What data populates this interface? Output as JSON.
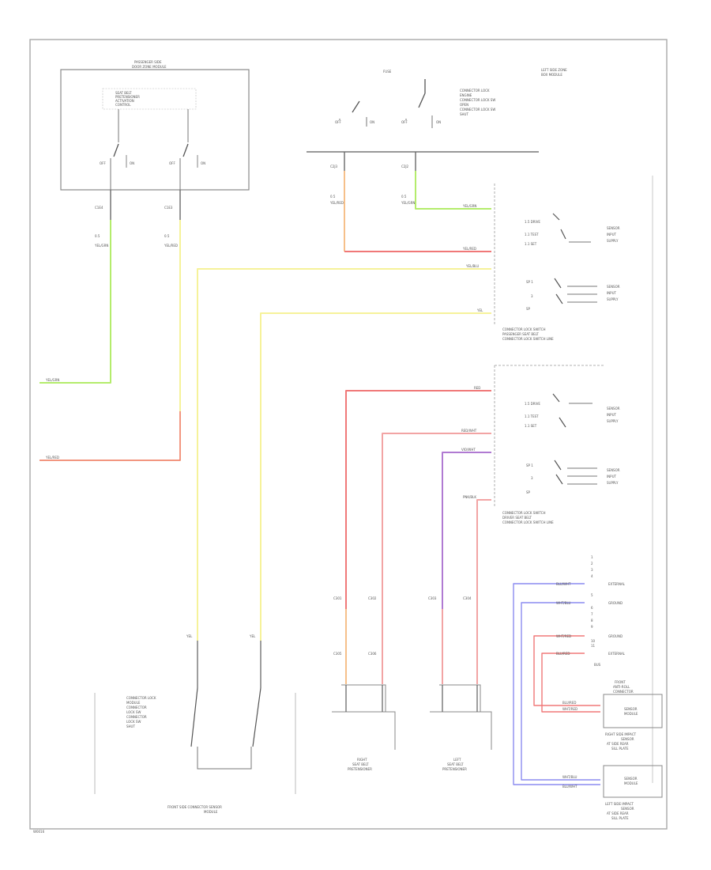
{
  "diagram": {
    "page_code": "W0016",
    "boxes": {
      "passenger_box": {
        "title": [
          "PASSENGER SIDE",
          "DOOR ZONE MODULE"
        ],
        "inner": [
          "SEAT BELT",
          "PRETENSIONER",
          "ACTIVATION",
          "CONTROL"
        ],
        "sw1": [
          "OFF",
          "ON"
        ],
        "sw2": [
          "OFF",
          "ON"
        ],
        "pin_a": "C1E4",
        "pin_b": "C1E3"
      },
      "fuse": {
        "label": "FUSE",
        "notes": [
          "CONNECTOR LOCK",
          "ENGINE",
          "CONNECTOR LOCK SW",
          "OPEN",
          "CONNECTOR LOCK SW",
          "SHUT"
        ],
        "sw1": [
          "OFF",
          "ON"
        ],
        "sw2": [
          "OFF",
          "ON"
        ],
        "pin_a": "C2J3",
        "pin_b": "C2J2",
        "header": [
          "LEFT SIDE ZONE",
          "BOX MODULE"
        ]
      },
      "upper_sensor_caption": [
        "CONNECTOR LOCK SWITCH",
        "PASSENGER SEAT BELT",
        "CONNECTOR LOCK SWITCH LINE"
      ],
      "lower_sensor_caption": [
        "CONNECTOR LOCK SWITCH",
        "DRIVER SEAT BELT",
        "CONNECTOR LOCK SWITCH LINE"
      ],
      "upper_sensor": {
        "top_labels": [
          "1.5 DRIVE",
          "1.1 TEST",
          "1.1 SET"
        ],
        "out_labels": [
          "SENSOR",
          "INPUT",
          "SUPPLY"
        ],
        "low_labels": [
          "SP 1",
          "3",
          "SP"
        ]
      },
      "lower_sensor": {
        "top_labels": [
          "1.5 DRIVE",
          "1.1 TEST",
          "1.1 SET"
        ],
        "out_labels": [
          "SENSOR",
          "INPUT",
          "SUPPLY"
        ],
        "low_labels": [
          "SP 1",
          "3",
          "SP"
        ]
      },
      "front_sensor_left": [
        "CONNECTOR LOCK",
        "MODULE",
        "CONNECTOR",
        "LOCK SW",
        "CONNECTOR",
        "LOCK SW",
        "SHUT"
      ],
      "front_sensor_caption": [
        "FRONT SIDE CONNECTOR SENSOR",
        "MODULE"
      ],
      "pretensioner_right": [
        "RIGHT",
        "SEAT BELT",
        "PRETENSIONER"
      ],
      "pretensioner_left": [
        "LEFT",
        "SEAT BELT",
        "PRETENSIONER"
      ],
      "airbag_pins": [
        "1",
        "2",
        "3",
        "4",
        "5",
        "6",
        "7",
        "8",
        "9",
        "10",
        "11"
      ],
      "airbag_labels": [
        "EXTERNAL",
        "GROUND",
        "GROUND",
        "EXTERNAL",
        "BUS"
      ],
      "impact_sensor_top": {
        "header": [
          "FRONT",
          "ANTI-ROLL",
          "CONNECTOR"
        ],
        "box": [
          "SENSOR",
          "MODULE"
        ],
        "caption": [
          "RIGHT SIDE IMPACT",
          "SENSOR",
          "AT SIDE REAR",
          "SILL PLATE"
        ]
      },
      "impact_sensor_bottom": {
        "box": [
          "SENSOR",
          "MODULE"
        ],
        "caption": [
          "LEFT SIDE IMPACT",
          "SENSOR",
          "AT SIDE REAR",
          "SILL PLATE"
        ]
      }
    },
    "wires": {
      "yellow_grn": "YEL/GRN",
      "yel_red": "YEL/RED",
      "yel_blu": "YEL/BLU",
      "yel": "YEL",
      "red": "RED",
      "red_wht": "RED/WHT",
      "vio_wht": "VIO/WHT",
      "pnk_blk": "PNK/BLK",
      "blu_wht": "BLU/WHT",
      "wht_blu": "WHT/BLU",
      "wht_red": "WHT/RED",
      "blu_red": "BLU/RED",
      "connector_codes": [
        "C301",
        "C302",
        "C303",
        "C304",
        "C305",
        "C306"
      ],
      "gauge": "0.5"
    },
    "colors": {
      "yellow_green": "#b4ec6c",
      "yellow": "#f6f29a",
      "red": "#f07878",
      "orange": "#f6c08a",
      "pink": "#f2a4a4",
      "violet": "#b07ad2",
      "blue": "#8c8cf0",
      "gray_wire": "#6a6a6a",
      "frame": "#999999"
    }
  }
}
